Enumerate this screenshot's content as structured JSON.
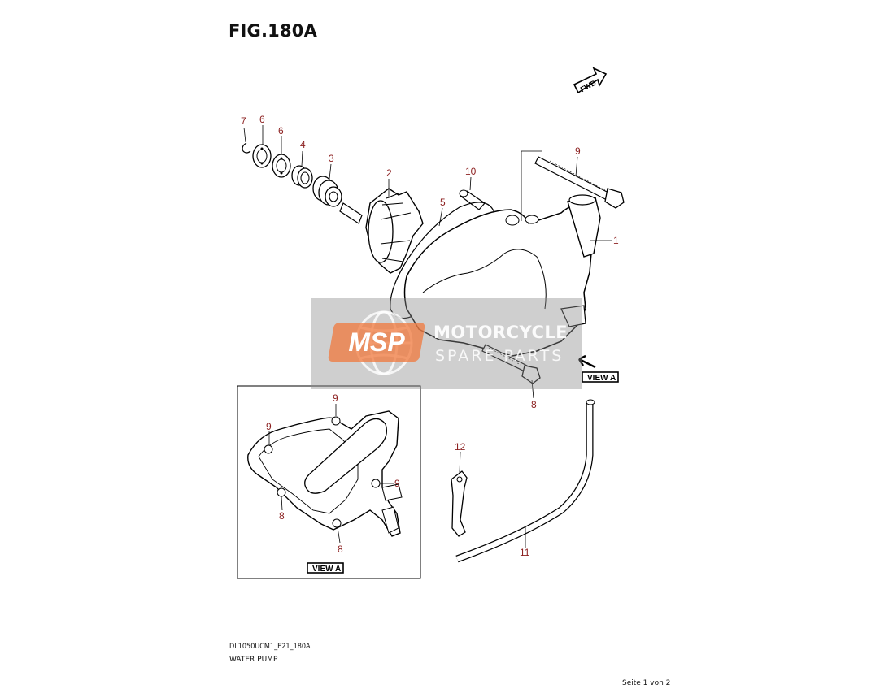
{
  "figure": {
    "title": "FIG.180A"
  },
  "fwd_label": "FWD",
  "callouts": {
    "c1": "1",
    "c2": "2",
    "c3": "3",
    "c4": "4",
    "c5": "5",
    "c6a": "6",
    "c6b": "6",
    "c7": "7",
    "c8": "8",
    "c9": "9",
    "c10": "10",
    "c11": "11",
    "c12": "12",
    "inset_9a": "9",
    "inset_9b": "9",
    "inset_9c": "9",
    "inset_8a": "8",
    "inset_8b": "8"
  },
  "view_tags": {
    "main": "VIEW A",
    "inset": "VIEW A"
  },
  "watermark": {
    "logo": "MSP",
    "line1": "MOTORCYCLE",
    "line2": "SPARE PARTS"
  },
  "footer": {
    "code": "DL1050UCM1_E21_180A",
    "name": "WATER PUMP"
  },
  "page_label": "Seite 1 von 2",
  "colors": {
    "callout": "#8b1e1e",
    "line": "#000000",
    "watermark_logo": "#f0783c"
  }
}
